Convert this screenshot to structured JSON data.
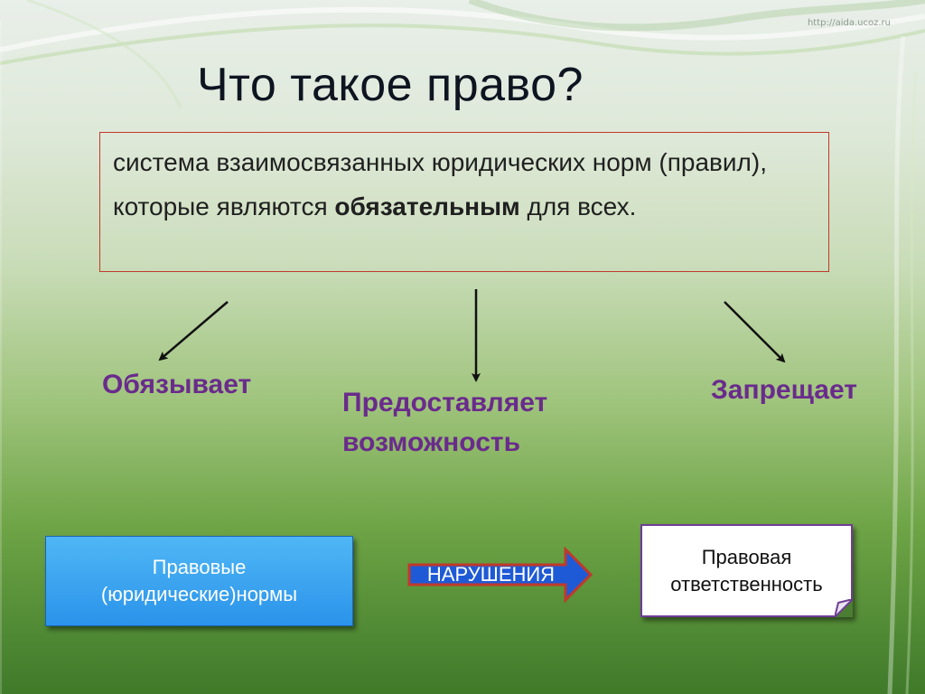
{
  "watermark": "http://aida.ucoz.ru",
  "title": "Что такое право?",
  "definition": {
    "part1": "система взаимосвязанных юридических норм (правил), которые являются ",
    "bold": "обязательным",
    "part2": " для всех."
  },
  "branches": {
    "obliges": "Обязывает",
    "provides_line1": "Предоставляет",
    "provides_line2": "возможность",
    "prohibits": "Запрещает"
  },
  "norms_box": {
    "line1": "Правовые",
    "line2": "(юридические)нормы"
  },
  "violation_arrow": {
    "label": "НАРУШЕНИЯ"
  },
  "responsibility_box": {
    "line1": "Правовая",
    "line2": "ответственность"
  },
  "colors": {
    "branch_text": "#6a2b8c",
    "definition_border": "#c0392b",
    "norms_box_fill": "#2b93ea",
    "violation_arrow_fill": "#1f5ad6",
    "violation_arrow_border": "#c0392b",
    "responsibility_border": "#6f3d96"
  }
}
